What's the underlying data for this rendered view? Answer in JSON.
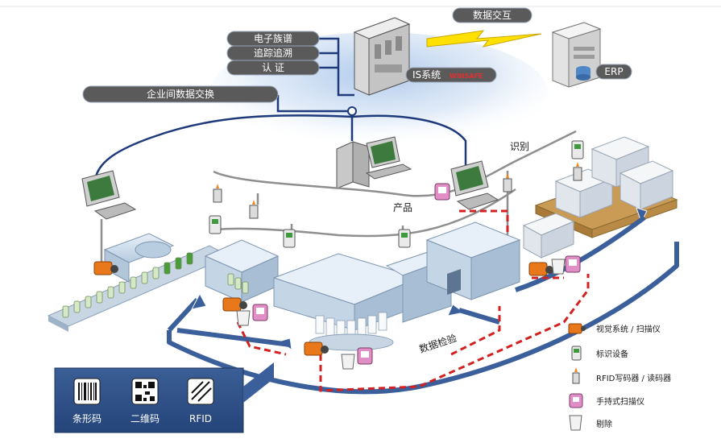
{
  "top_tags": {
    "genealogy": "电子族谱",
    "trace": "追踪追溯",
    "auth": "认 证",
    "enterprise": "企业间数据交换",
    "is_system": "IS系统",
    "winsafe": "WINSAFE",
    "exchange": "数据交互",
    "erp": "ERP"
  },
  "flow_labels": {
    "identify": "识别",
    "product": "产品",
    "data_check": "数据检验"
  },
  "legend": [
    {
      "label": "视觉系统 / 扫描仪",
      "icon": "camera-scanner-icon"
    },
    {
      "label": "标识设备",
      "icon": "marking-device-icon"
    },
    {
      "label": "RFID写码器 / 读码器",
      "icon": "rfid-reader-icon"
    },
    {
      "label": "手持式扫描仪",
      "icon": "handheld-scanner-icon"
    },
    {
      "label": "剔除",
      "icon": "reject-bin-icon"
    }
  ],
  "code_types": [
    {
      "label": "条形码",
      "icon": "barcode-icon"
    },
    {
      "label": "二维码",
      "icon": "qrcode-icon"
    },
    {
      "label": "RFID",
      "icon": "rfid-tag-icon"
    }
  ],
  "colors": {
    "tag_bg": "#5a5a5a",
    "network_line": "#1f3a7a",
    "reject_path": "#d42020",
    "flow_arrow": "#3a5f9a",
    "machine": "#c9d9ea",
    "code_panel": "#2e4f86"
  }
}
